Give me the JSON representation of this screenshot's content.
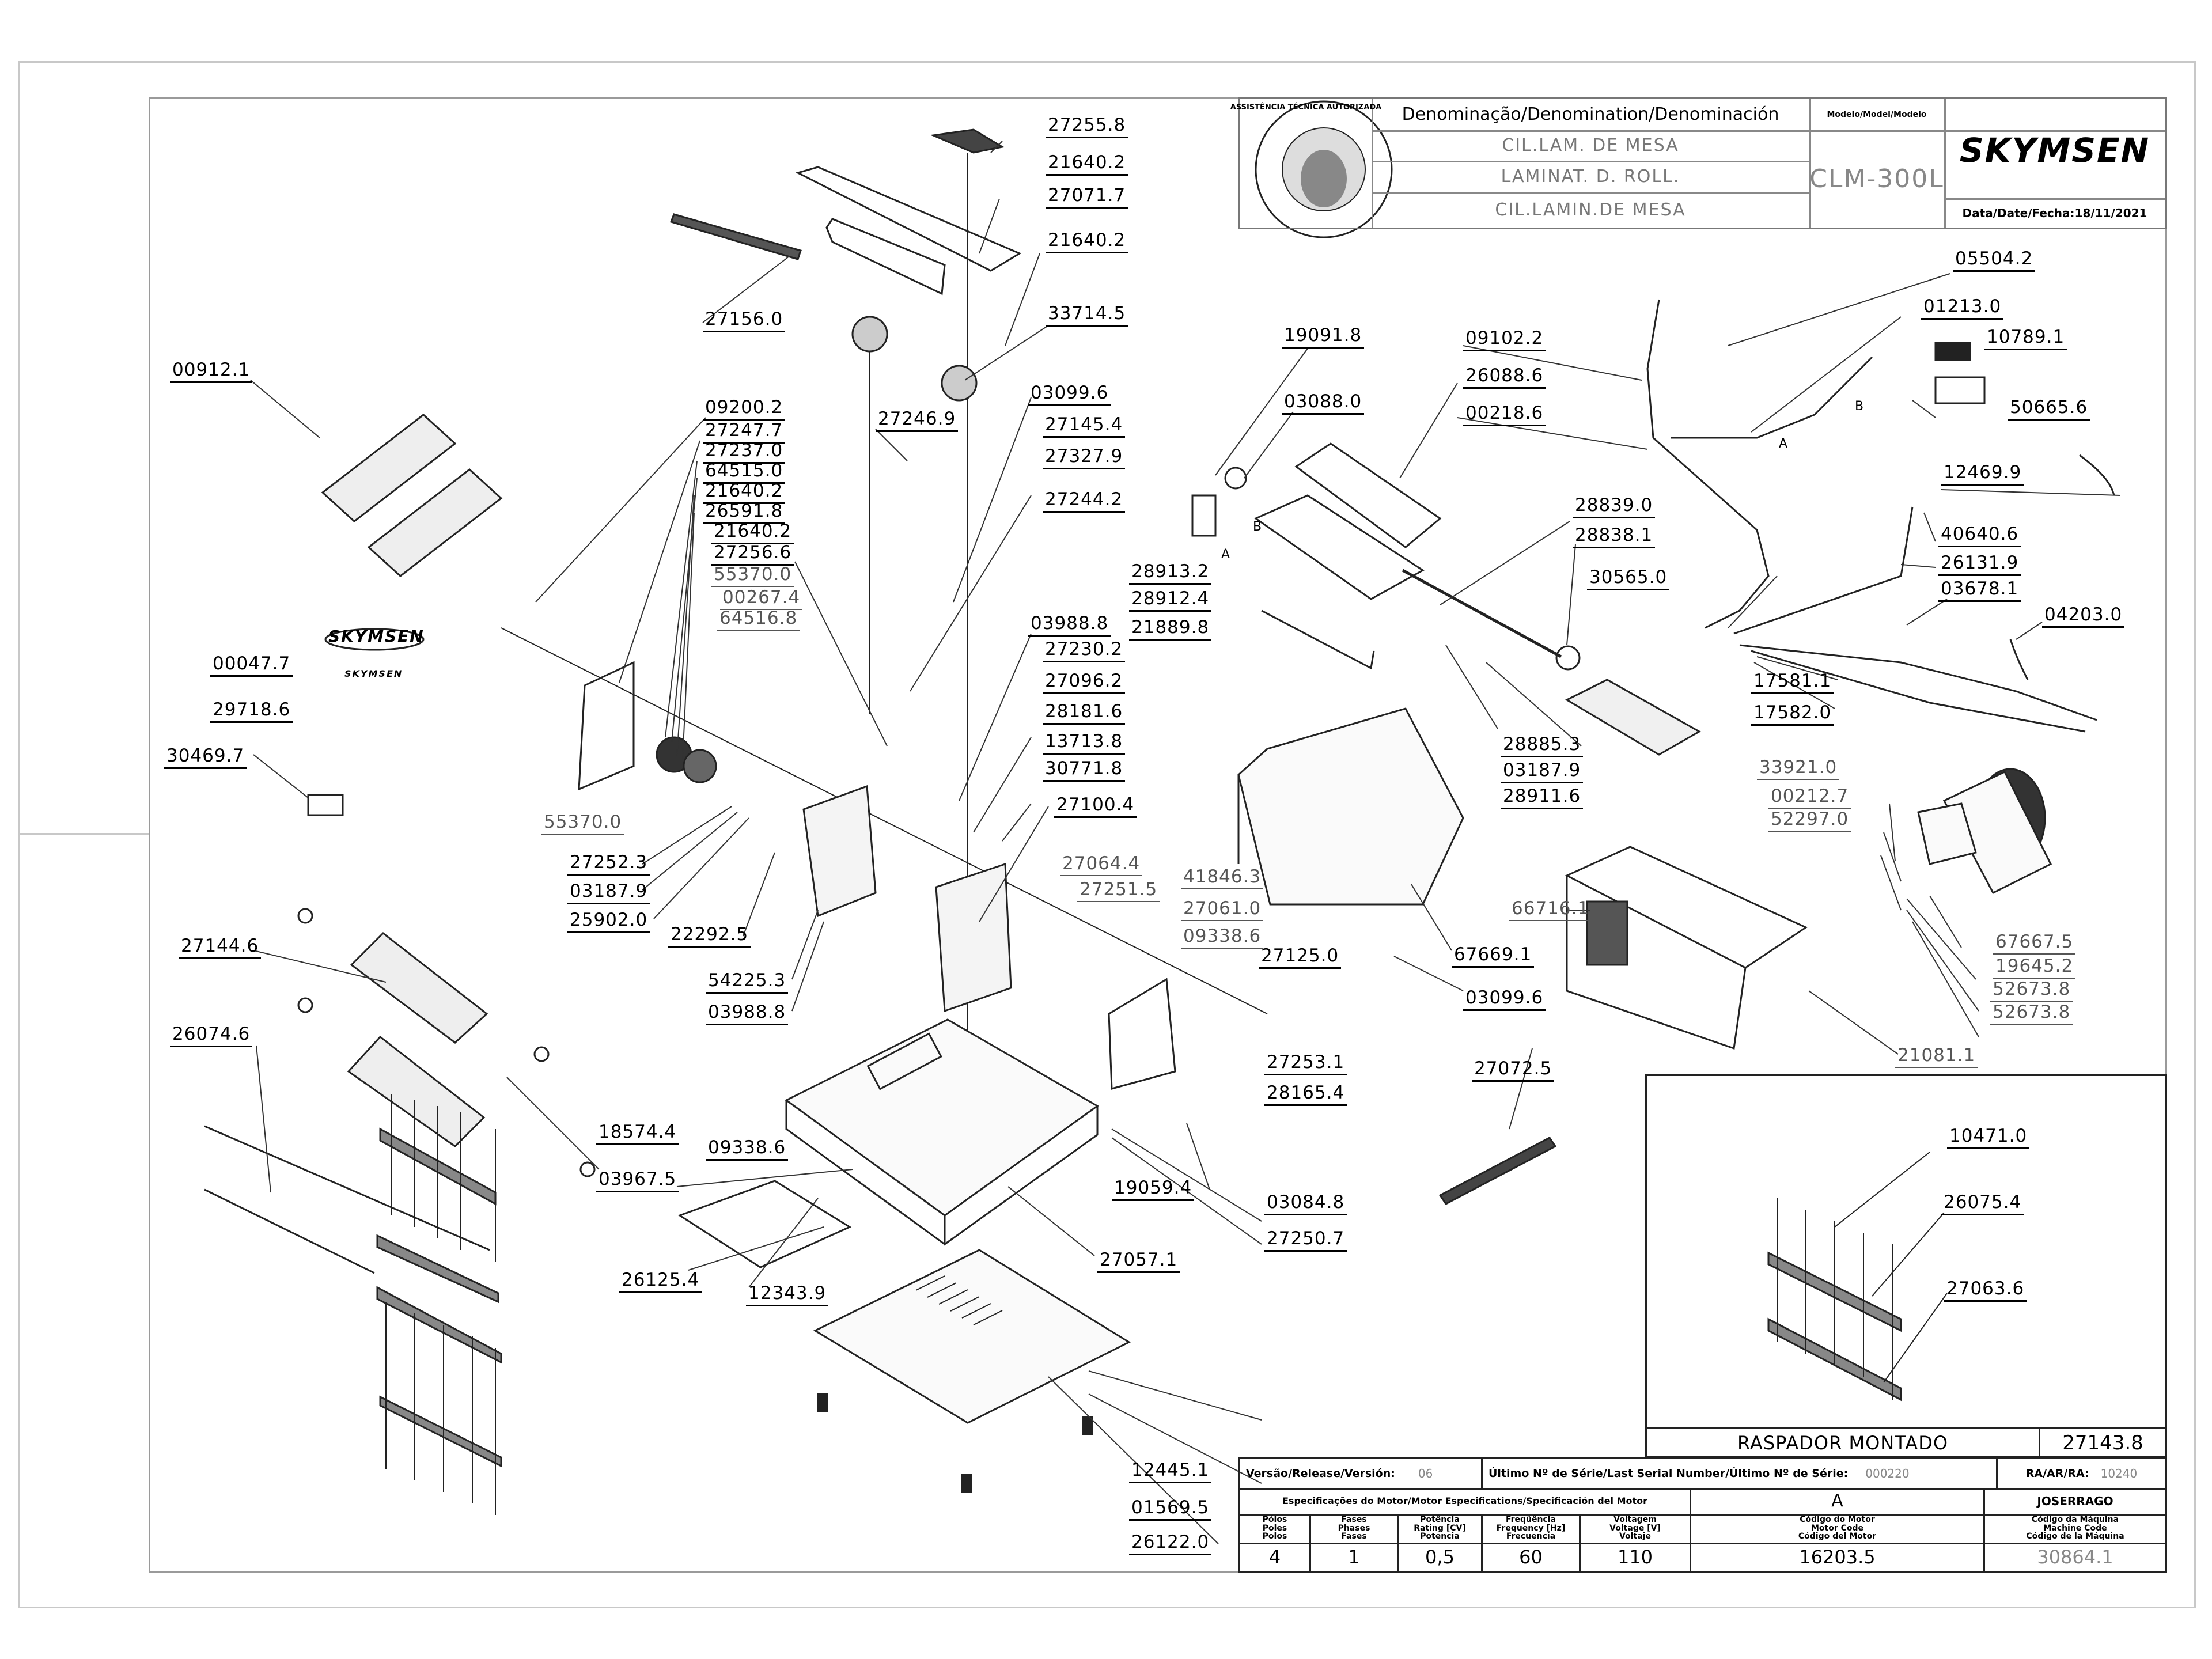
{
  "title_block": {
    "denomination_header": "Denominação/Denomination/Denominación",
    "model_header": "Modelo/Model/Modelo",
    "names": [
      "CIL.LAM. DE MESA",
      "LAMINAT. D. ROLL.",
      "CIL.LAMIN.DE MESA"
    ],
    "model": "CLM-300L",
    "brand": "SKYMSEN",
    "date_label": "Data/Date/Fecha:",
    "date": "18/11/2021",
    "seal_text": "ASSISTÊNCIA TÉCNICA AUTORIZADA"
  },
  "subassembly": {
    "name": "RASPADOR MONTADO",
    "code": "27143.8",
    "parts": [
      "10471.0",
      "26075.4",
      "27063.6"
    ]
  },
  "release_row": {
    "version_label": "Versão/Release/Versión:",
    "version": "06",
    "serial_label": "Último Nº de Série/Last Serial Number/Último Nº de Série:",
    "serial": "000220",
    "ra_label": "RA/AR/RA:",
    "ra": "10240"
  },
  "motor_specs": {
    "header": "Especificações do Motor/Motor Especifications/Specificación del Motor",
    "columns": [
      {
        "label": "Pólos\nPoles\nPolos",
        "value": "4"
      },
      {
        "label": "Fases\nPhases\nFases",
        "value": "1"
      },
      {
        "label": "Potência\nRating [CV]\nPotencia",
        "value": "0,5"
      },
      {
        "label": "Freqüência\nFrequency [Hz]\nFrecuencia",
        "value": "60"
      },
      {
        "label": "Voltagem\nVoltage [V]\nVoltaje",
        "value": "110"
      }
    ],
    "motor_code_header": "A",
    "motor_code_label": "Código do Motor\nMotor Code\nCódigo del Motor",
    "motor_code": "16203.5",
    "machine_header": "JOSERRAGO",
    "machine_code_label": "Código da Máquina\nMachine Code\nCódigo de la Máquina",
    "machine_code": "30864.1"
  },
  "part_labels": [
    "27255.8",
    "21640.2",
    "27071.7",
    "21640.2",
    "33714.5",
    "27156.0",
    "00912.1",
    "09200.2",
    "27247.7",
    "27237.0",
    "64515.0",
    "21640.2",
    "26591.8",
    "21640.2",
    "27256.6",
    "55370.0",
    "00267.4",
    "64516.8",
    "27246.9",
    "03099.6",
    "27145.4",
    "27327.9",
    "27244.2",
    "03988.8",
    "27230.2",
    "27096.2",
    "28181.6",
    "13713.8",
    "30771.8",
    "27100.4",
    "27064.4",
    "27251.5",
    "41846.3",
    "27061.0",
    "09338.6",
    "27125.0",
    "00047.7",
    "29718.6",
    "30469.7",
    "55370.0",
    "27252.3",
    "03187.9",
    "25902.0",
    "22292.5",
    "54225.3",
    "03988.8",
    "27144.6",
    "26074.6",
    "18574.4",
    "03967.5",
    "09338.6",
    "26125.4",
    "12343.9",
    "27057.1",
    "19059.4",
    "03084.8",
    "27250.7",
    "27253.1",
    "28165.4",
    "12445.1",
    "01569.5",
    "26122.0",
    "19091.8",
    "03088.0",
    "28913.2",
    "28912.4",
    "21889.8",
    "09102.2",
    "26088.6",
    "00218.6",
    "28839.0",
    "28838.1",
    "30565.0",
    "28885.3",
    "03187.9",
    "28911.6",
    "05504.2",
    "01213.0",
    "10789.1",
    "50665.6",
    "12469.9",
    "40640.6",
    "26131.9",
    "03678.1",
    "04203.0",
    "17581.1",
    "17582.0",
    "33921.0",
    "00212.7",
    "52297.0",
    "66716.1",
    "67669.1",
    "03099.6",
    "27072.5",
    "67667.5",
    "19645.2",
    "52673.8",
    "52673.8",
    "21081.1"
  ],
  "wire_markers": [
    "A",
    "B",
    "A",
    "B"
  ],
  "small_logo_text": "SKYMSEN"
}
